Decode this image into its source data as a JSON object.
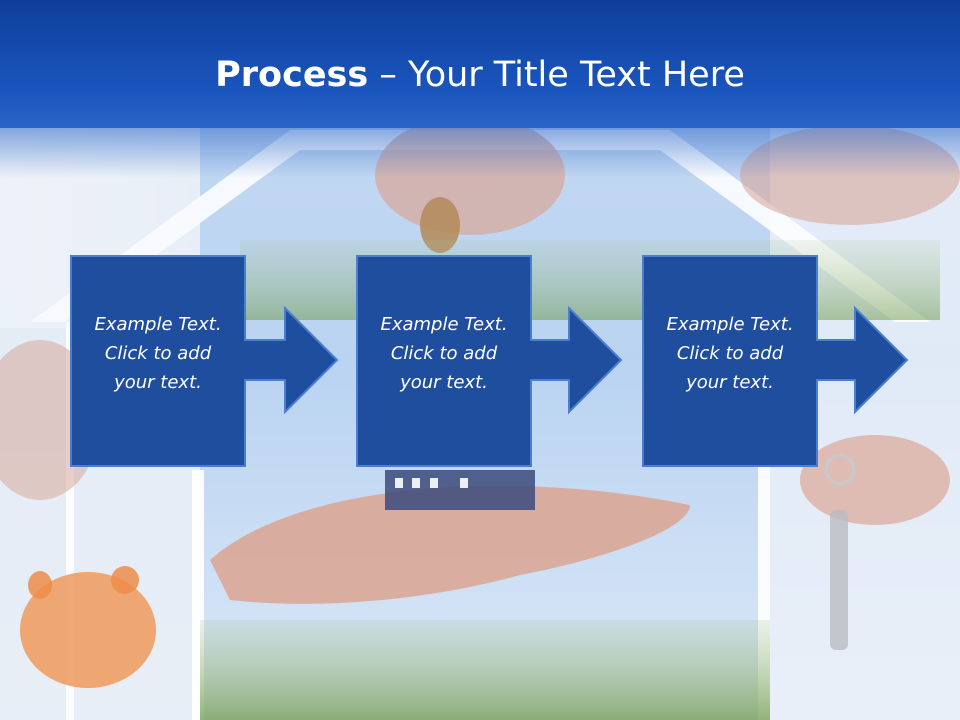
{
  "title": {
    "bold": "Process",
    "rest": " – Your Title Text Here"
  },
  "steps": [
    {
      "line1": "Example Text.",
      "line2": "Click  to add",
      "line3": "your text."
    },
    {
      "line1": "Example Text.",
      "line2": "Click  to add",
      "line3": "your text."
    },
    {
      "line1": "Example Text.",
      "line2": "Click  to add",
      "line3": "your text."
    }
  ],
  "colors": {
    "header": "#1a55bd",
    "box_fill": "#1f4e9f",
    "box_stroke": "#4a7fd0"
  },
  "background_images": [
    "roof-icon",
    "coin-hand",
    "house-on-hand",
    "piggy-bank",
    "house-keys",
    "grass",
    "sky"
  ]
}
